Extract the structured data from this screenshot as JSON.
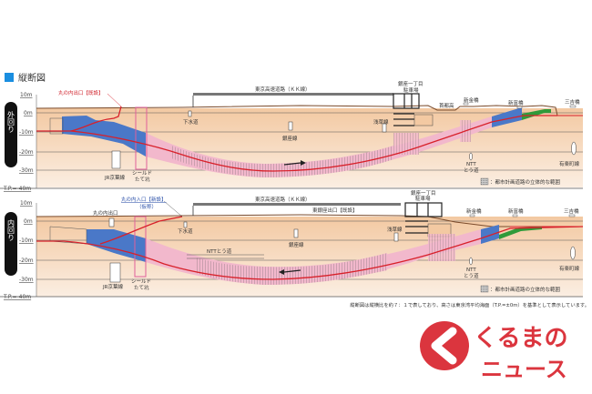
{
  "title": "縦断図",
  "axis_labels": [
    "10m",
    "0m",
    "-10m",
    "-20m",
    "-30m",
    "T.P.=-40m"
  ],
  "outer": {
    "side_label": "外回り",
    "expressway": "東京高速道路（ＫＫ線）",
    "exit_existing": "丸の内出口【既設】",
    "sewer": "下水道",
    "ginza_line": "銀座線",
    "jr_keiyo": "JR京葉線",
    "shield_shaft": "シールド\nたて坑",
    "shield_shaft_1": "シールド",
    "shield_shaft_2": "たて坑",
    "parking_1": "銀座一丁目",
    "parking_2": "駐車場",
    "asakusa_line": "浅草線",
    "shutoko": "首都高",
    "shinkinbashi": "新金橋",
    "shintomibashi": "新富橋",
    "sankichibashi": "三吉橋",
    "ntt_1": "NTT",
    "ntt_2": "とう道",
    "yurakucho_line": "有楽町線",
    "legend": "：都市計画道路の立体的な範囲"
  },
  "inner": {
    "side_label": "内回り",
    "expressway": "東京高速道路（ＫＫ線）",
    "entrance_new": "丸の内入口【新設】",
    "entrance_new_sub": "（仮称）",
    "exit_existing": "丸の内出口",
    "sewer": "下水道",
    "ginza_line": "銀座線",
    "ntt_tunnel": "NTTとう道",
    "jr_keiyo": "JR京葉線",
    "shield_shaft_1": "シールド",
    "shield_shaft_2": "たて坑",
    "higashiginza_exit": "東銀座出口【既設】",
    "parking_1": "銀座一丁目",
    "parking_2": "駐車場",
    "asakusa_line": "浅草線",
    "shinkinbashi": "新金橋",
    "shintomibashi": "新富橋",
    "sankichibashi": "三吉橋",
    "ntt_1": "NTT",
    "ntt_2": "とう道",
    "yurakucho_line": "有楽町線",
    "legend": "：都市計画道路の立体的な範囲"
  },
  "footnote": "縦断図は縦横比を約７：１で表しており、高さは東京湾平均海面（T.P.=±0m）を基準として表示しています。",
  "watermark": {
    "line1": "くるまの",
    "line2": "ニュース"
  },
  "colors": {
    "tunnel_blue": "#4a78c8",
    "tunnel_pink": "#f2b8cc",
    "route_red": "#d8202a",
    "ground": "#f5d2b0",
    "green": "#2f9a3a"
  }
}
